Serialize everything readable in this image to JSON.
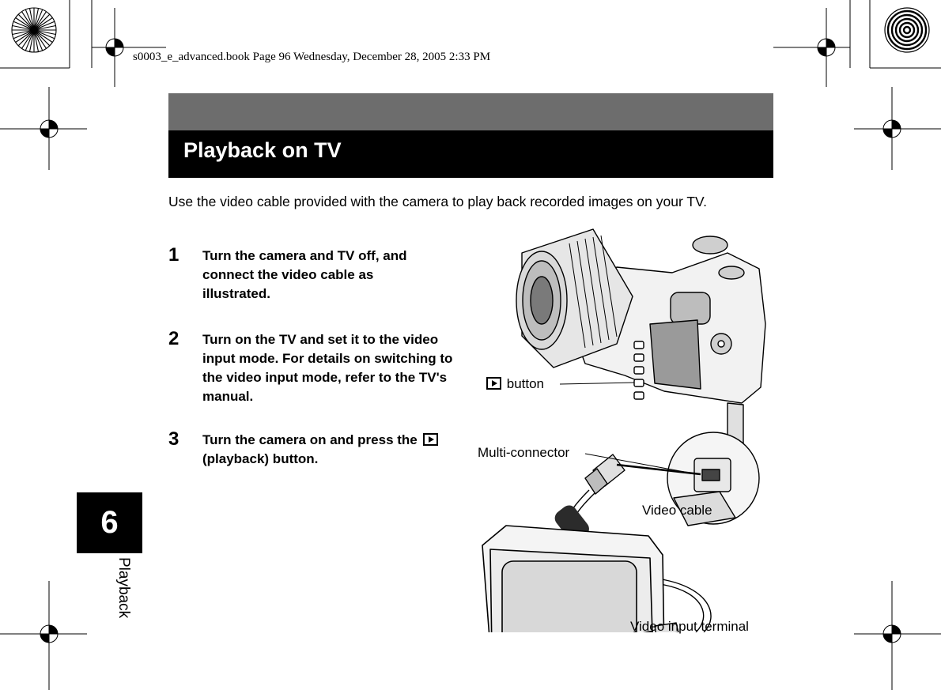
{
  "header": {
    "book_info": "s0003_e_advanced.book  Page 96  Wednesday, December 28, 2005  2:33 PM"
  },
  "section": {
    "title": "Playback on TV"
  },
  "intro": "Use the video cable provided with the camera to play back recorded images on your TV.",
  "steps": [
    {
      "number": "1",
      "text": "Turn the camera and TV off, and connect the video cable as illustrated."
    },
    {
      "number": "2",
      "text": "Turn on the TV and set it to the video input mode. For details on switching to the video input mode, refer to the TV's manual."
    },
    {
      "number": "3",
      "text_before": "Turn the camera on and press the",
      "text_after": "(playback) button."
    }
  ],
  "chapter_tab": {
    "number": "6",
    "label": "Playback"
  },
  "illustration": {
    "labels": {
      "playback_button": "button",
      "multi_connector": "Multi-connector",
      "video_cable": "Video cable",
      "video_input_terminal": "Video input terminal"
    }
  },
  "colors": {
    "band_grey": "#6d6d6d",
    "band_black": "#000000",
    "text": "#000000"
  }
}
